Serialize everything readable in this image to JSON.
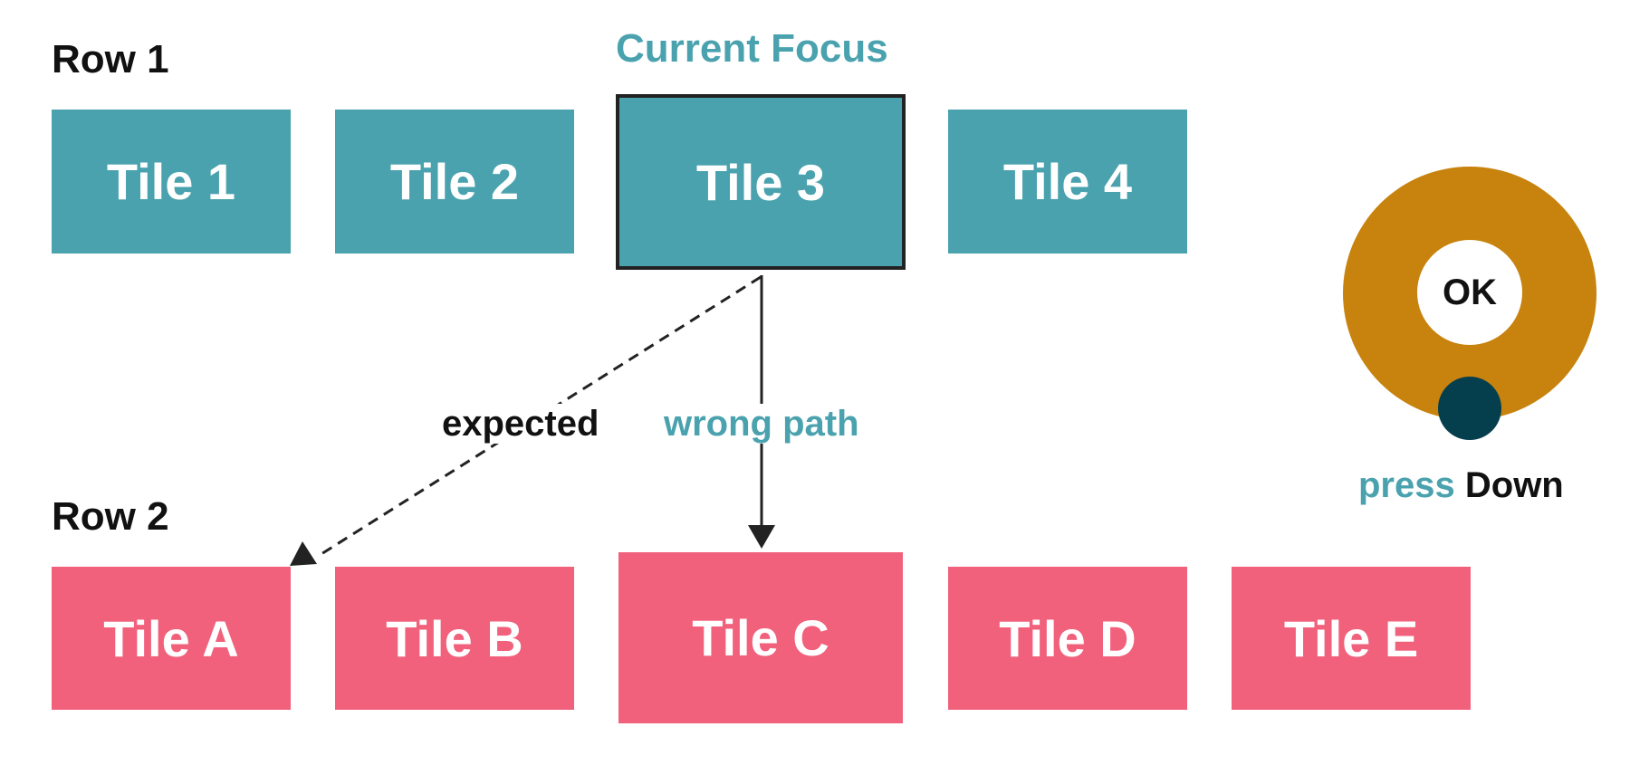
{
  "row1": {
    "label": "Row 1",
    "tiles": [
      "Tile 1",
      "Tile 2",
      "Tile 3",
      "Tile 4"
    ]
  },
  "row2": {
    "label": "Row 2",
    "tiles": [
      "Tile A",
      "Tile B",
      "Tile C",
      "Tile D",
      "Tile E"
    ]
  },
  "focus": {
    "label": "Current Focus",
    "tile": "Tile 3"
  },
  "paths": {
    "expected_label": "expected",
    "wrong_label": "wrong path"
  },
  "remote": {
    "ok_label": "OK",
    "caption_verb": "press",
    "caption_key": "Down"
  },
  "colors": {
    "teal": "#4aa2ae",
    "pink": "#f1617c",
    "remote_ring": "#c8820e",
    "remote_dot": "#053f4e",
    "ink": "#111111"
  }
}
